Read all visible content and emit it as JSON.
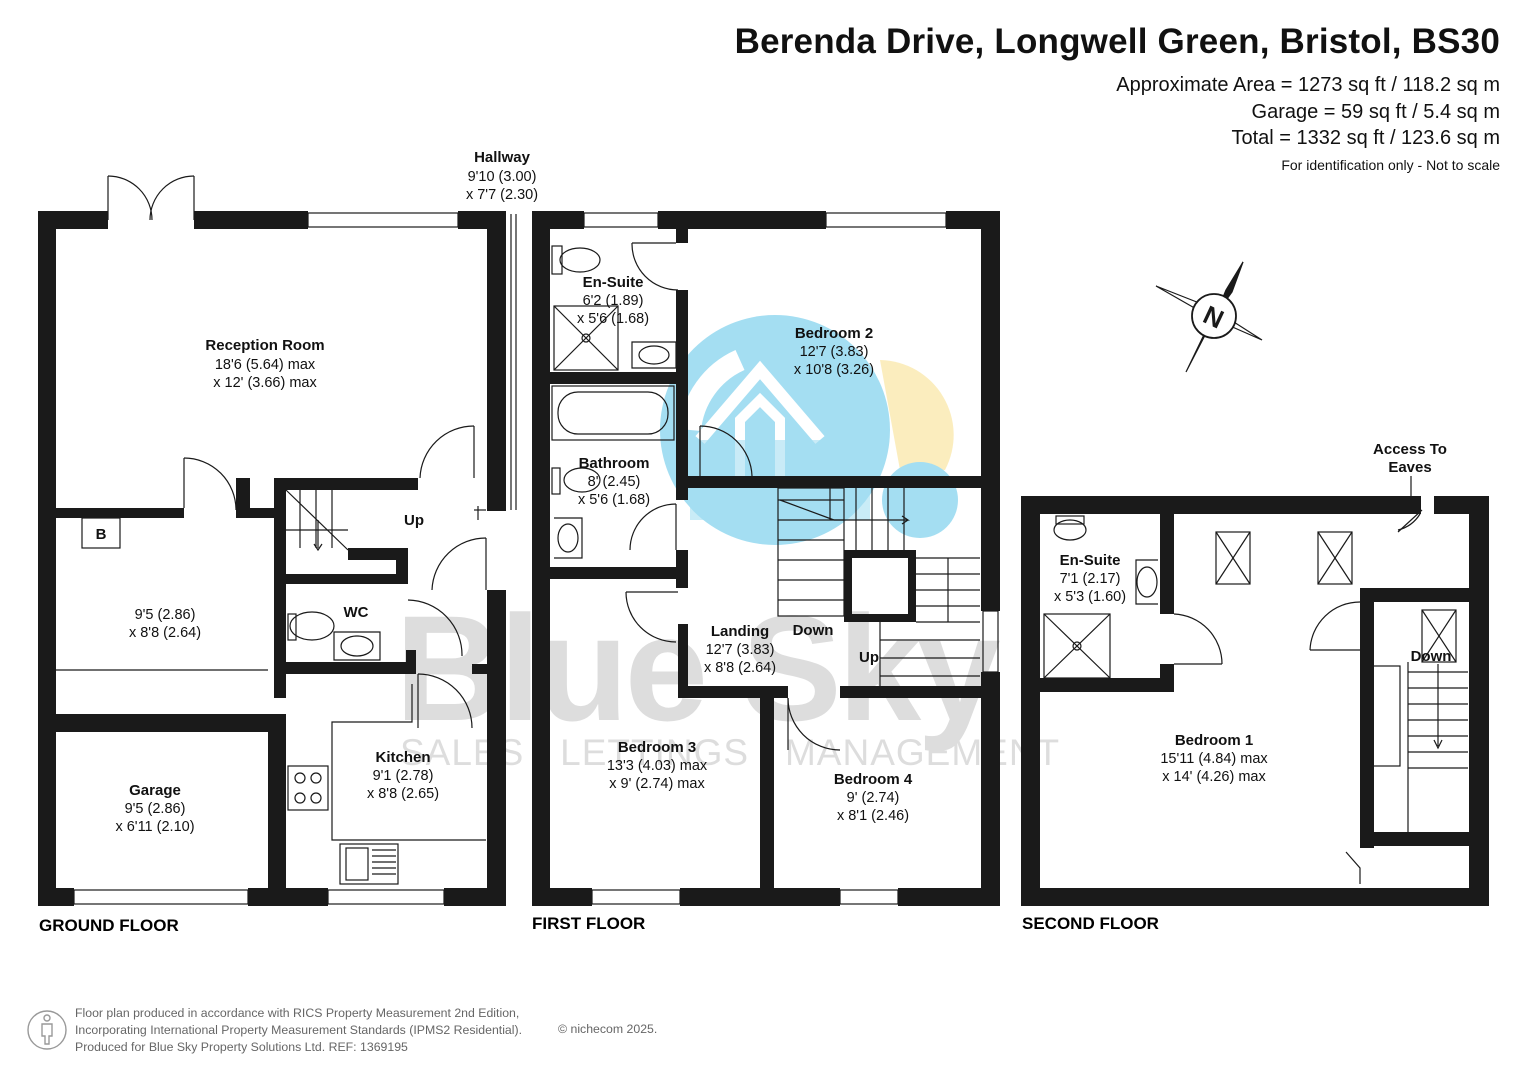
{
  "header": {
    "title": "Berenda Drive, Longwell Green, Bristol, BS30",
    "approximate_area": "Approximate Area = 1273 sq ft / 118.2 sq m",
    "garage_area": "Garage = 59 sq ft / 5.4 sq m",
    "total_area": "Total = 1332 sq ft / 123.6 sq m",
    "note": "For identification only - Not to scale"
  },
  "compass": {
    "label": "N"
  },
  "watermark": {
    "brand": "Blue Sky",
    "tagline": "SALES · LETTINGS · MANAGEMENT"
  },
  "floors": {
    "ground": {
      "label": "GROUND FLOOR",
      "rooms": {
        "reception": {
          "name": "Reception Room",
          "dim1": "18'6 (5.64) max",
          "dim2": "x 12' (3.66) max"
        },
        "hallway": {
          "name": "Hallway",
          "dim1": "9'10 (3.00)",
          "dim2": "x 7'7 (2.30)"
        },
        "dining": {
          "dim1": "9'5 (2.86)",
          "dim2": "x 8'8 (2.64)"
        },
        "boiler": {
          "label": "B"
        },
        "wc": {
          "name": "WC"
        },
        "kitchen": {
          "name": "Kitchen",
          "dim1": "9'1 (2.78)",
          "dim2": "x 8'8 (2.65)"
        },
        "garage": {
          "name": "Garage",
          "dim1": "9'5 (2.86)",
          "dim2": "x 6'11 (2.10)"
        },
        "stairs": {
          "label": "Up"
        }
      }
    },
    "first": {
      "label": "FIRST FLOOR",
      "rooms": {
        "ensuite": {
          "name": "En-Suite",
          "dim1": "6'2 (1.89)",
          "dim2": "x 5'6 (1.68)"
        },
        "bedroom2": {
          "name": "Bedroom 2",
          "dim1": "12'7 (3.83)",
          "dim2": "x 10'8 (3.26)"
        },
        "bathroom": {
          "name": "Bathroom",
          "dim1": "8' (2.45)",
          "dim2": "x 5'6 (1.68)"
        },
        "landing": {
          "name": "Landing",
          "dim1": "12'7 (3.83)",
          "dim2": "x 8'8 (2.64)"
        },
        "bedroom3": {
          "name": "Bedroom 3",
          "dim1": "13'3 (4.03) max",
          "dim2": "x 9' (2.74) max"
        },
        "bedroom4": {
          "name": "Bedroom 4",
          "dim1": "9' (2.74)",
          "dim2": "x 8'1 (2.46)"
        },
        "stairs_down": {
          "label": "Down"
        },
        "stairs_up": {
          "label": "Up"
        }
      }
    },
    "second": {
      "label": "SECOND FLOOR",
      "rooms": {
        "ensuite": {
          "name": "En-Suite",
          "dim1": "7'1 (2.17)",
          "dim2": "x 5'3 (1.60)"
        },
        "bedroom1": {
          "name": "Bedroom 1",
          "dim1": "15'11 (4.84) max",
          "dim2": "x 14' (4.26) max"
        },
        "eaves": {
          "line1": "Access To",
          "line2": "Eaves"
        },
        "stairs_down": {
          "label": "Down"
        }
      }
    }
  },
  "footer": {
    "line1": "Floor plan produced in accordance with RICS Property Measurement 2nd Edition,",
    "line2": "Incorporating International Property Measurement Standards (IPMS2 Residential).",
    "line3": "Produced for Blue Sky Property Solutions Ltd.   REF:  1369195",
    "copyright": "© nichecom 2025."
  },
  "colors": {
    "wall": "#1a1a1a",
    "watermark_blue": "#5bc4e8",
    "watermark_yellow": "#f9e08a",
    "watermark_grey": "#9a9a9a"
  }
}
